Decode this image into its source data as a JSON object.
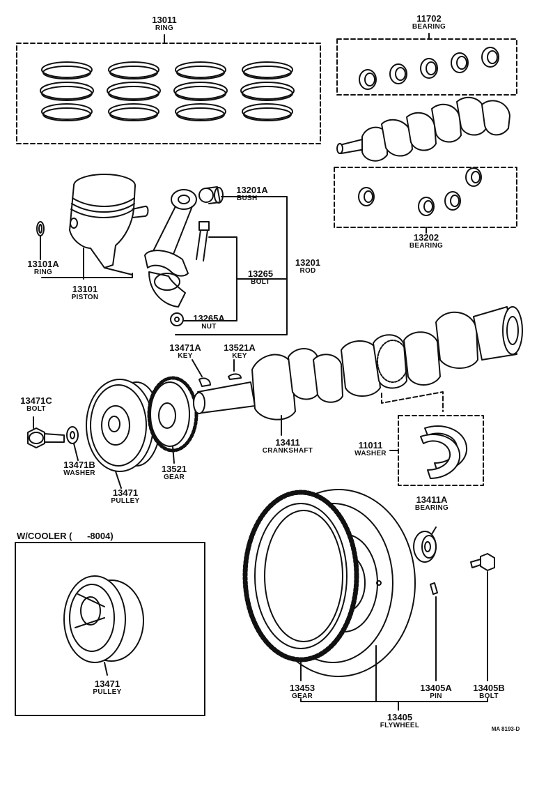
{
  "parts": {
    "p13011": {
      "num": "13011",
      "name": "RING"
    },
    "p11702": {
      "num": "11702",
      "name": "BEARING"
    },
    "p13202": {
      "num": "13202",
      "name": "BEARING"
    },
    "p13201A": {
      "num": "13201A",
      "name": "BUSH"
    },
    "p13201": {
      "num": "13201",
      "name": "ROD"
    },
    "p13265": {
      "num": "13265",
      "name": "BOLT"
    },
    "p13265A": {
      "num": "13265A",
      "name": "NUT"
    },
    "p13101A": {
      "num": "13101A",
      "name": "RING"
    },
    "p13101": {
      "num": "13101",
      "name": "PISTON"
    },
    "p13471A": {
      "num": "13471A",
      "name": "KEY"
    },
    "p13521A": {
      "num": "13521A",
      "name": "KEY"
    },
    "p13471C": {
      "num": "13471C",
      "name": "BOLT"
    },
    "p13471B": {
      "num": "13471B",
      "name": "WASHER"
    },
    "p13471": {
      "num": "13471",
      "name": "PULLEY"
    },
    "p13521": {
      "num": "13521",
      "name": "GEAR"
    },
    "p13411": {
      "num": "13411",
      "name": "CRANKSHAFT"
    },
    "p11011": {
      "num": "11011",
      "name": "WASHER"
    },
    "p13411A": {
      "num": "13411A",
      "name": "BEARING"
    },
    "p13471cool": {
      "num": "13471",
      "name": "PULLEY"
    },
    "p13453": {
      "num": "13453",
      "name": "GEAR"
    },
    "p13405A": {
      "num": "13405A",
      "name": "PIN"
    },
    "p13405B": {
      "num": "13405B",
      "name": "BOLT"
    },
    "p13405": {
      "num": "13405",
      "name": "FLYWHEEL"
    }
  },
  "cooler_title": "W/COOLER (      -8004)",
  "drawing_code": "MA 8193-D"
}
